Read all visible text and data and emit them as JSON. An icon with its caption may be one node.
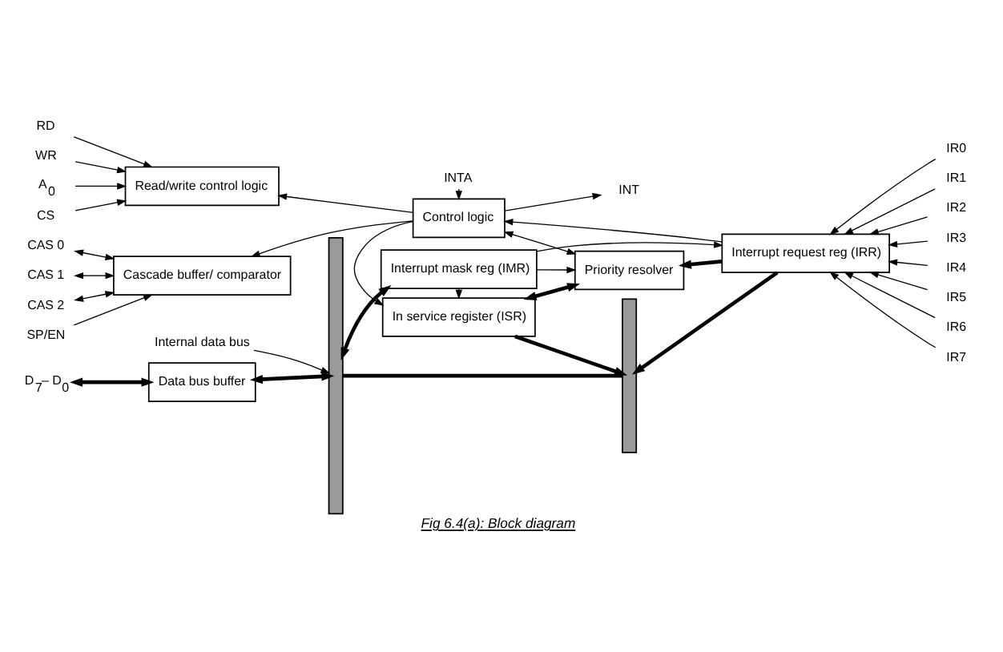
{
  "diagram": {
    "caption": "Fig 6.4(a): Block diagram",
    "nodes": [
      {
        "text": [
          "Internal data bus"
        ]
      },
      {
        "text": [],
        "shape": "bar"
      },
      {
        "text": [
          "D$_{7}$– D$_{0}$"
        ]
      },
      {
        "text": [
          "Data bus buffer"
        ]
      },
      {
        "text": [
          "RD"
        ]
      },
      {
        "text": [
          "WR"
        ]
      },
      {
        "text": [
          "A$_{0}$"
        ]
      },
      {
        "text": [
          "CS"
        ]
      },
      {
        "text": [
          "Read/write control logic"
        ]
      },
      {
        "text": [
          "CAS 0"
        ]
      },
      {
        "text": [
          "CAS 1"
        ]
      },
      {
        "text": [
          "CAS 2"
        ]
      },
      {
        "text": [
          "SP/EN"
        ]
      },
      {
        "text": [
          "Cascade buffer/ comparator"
        ]
      },
      {
        "text": [
          "INTA"
        ]
      },
      {
        "text": [
          "INT"
        ]
      },
      {
        "text": [
          "Control logic"
        ]
      },
      {
        "text": [],
        "shape": "bar"
      },
      {
        "text": [
          "In service register (ISR)"
        ]
      },
      {
        "text": [
          "Priority resolver"
        ]
      },
      {
        "text": [
          "Interrupt request reg (IRR)"
        ]
      },
      {
        "text": [
          "IR0"
        ]
      },
      {
        "text": [
          "IR1"
        ]
      },
      {
        "text": [
          "IR2"
        ]
      },
      {
        "text": [
          "IR3"
        ]
      },
      {
        "text": [
          "IR4"
        ]
      },
      {
        "text": [
          "IR5"
        ]
      },
      {
        "text": [
          "IR6"
        ]
      },
      {
        "text": [
          "IR7"
        ]
      },
      {
        "text": [
          "Interrupt mask reg (IMR)"
        ]
      }
    ],
    "edges": [
      {
        "from": 0,
        "to": 1,
        "arrow": "to"
      },
      {
        "from": 2,
        "to": 3,
        "arrow": "both",
        "style": "thick"
      },
      {
        "from": 3,
        "to": 1,
        "arrow": "both",
        "style": "thick"
      },
      {
        "from": 4,
        "to": 8,
        "arrow": "to"
      },
      {
        "from": 5,
        "to": 8,
        "arrow": "to"
      },
      {
        "from": 6,
        "to": 8,
        "arrow": "to"
      },
      {
        "from": 7,
        "to": 8,
        "arrow": "to"
      },
      {
        "from": 16,
        "to": 8,
        "arrow": "to"
      },
      {
        "from": 16,
        "to": 13,
        "arrow": "to"
      },
      {
        "from": 9,
        "to": 13,
        "arrow": "both"
      },
      {
        "from": 10,
        "to": 13,
        "arrow": "both"
      },
      {
        "from": 11,
        "to": 13,
        "arrow": "both"
      },
      {
        "from": 12,
        "to": 13,
        "arrow": "to"
      },
      {
        "from": 14,
        "to": 16,
        "arrow": "to"
      },
      {
        "from": 16,
        "to": 15,
        "arrow": "to"
      },
      {
        "from": 1,
        "to": 17,
        "arrow": "none",
        "style": "thick"
      },
      {
        "from": 16,
        "to": 18,
        "arrow": "to"
      },
      {
        "from": 16,
        "to": 19,
        "arrow": "both"
      },
      {
        "from": 20,
        "to": 16,
        "arrow": "to"
      },
      {
        "from": 18,
        "to": 17,
        "arrow": "to",
        "style": "thick"
      },
      {
        "from": 20,
        "to": 17,
        "arrow": "to",
        "style": "thick"
      },
      {
        "from": 18,
        "to": 19,
        "arrow": "both",
        "style": "thick"
      },
      {
        "from": 20,
        "to": 19,
        "arrow": "to",
        "style": "thick"
      },
      {
        "from": 21,
        "to": 20,
        "arrow": "to"
      },
      {
        "from": 22,
        "to": 20,
        "arrow": "to"
      },
      {
        "from": 23,
        "to": 20,
        "arrow": "to"
      },
      {
        "from": 24,
        "to": 20,
        "arrow": "to"
      },
      {
        "from": 25,
        "to": 20,
        "arrow": "to"
      },
      {
        "from": 26,
        "to": 20,
        "arrow": "to"
      },
      {
        "from": 27,
        "to": 20,
        "arrow": "to"
      },
      {
        "from": 28,
        "to": 20,
        "arrow": "to"
      },
      {
        "from": 29,
        "to": 18,
        "arrow": "to"
      },
      {
        "from": 29,
        "to": 19,
        "arrow": "to"
      },
      {
        "from": 29,
        "to": 20,
        "arrow": "to"
      },
      {
        "from": 1,
        "to": 29,
        "arrow": "both",
        "style": "thick"
      }
    ]
  }
}
